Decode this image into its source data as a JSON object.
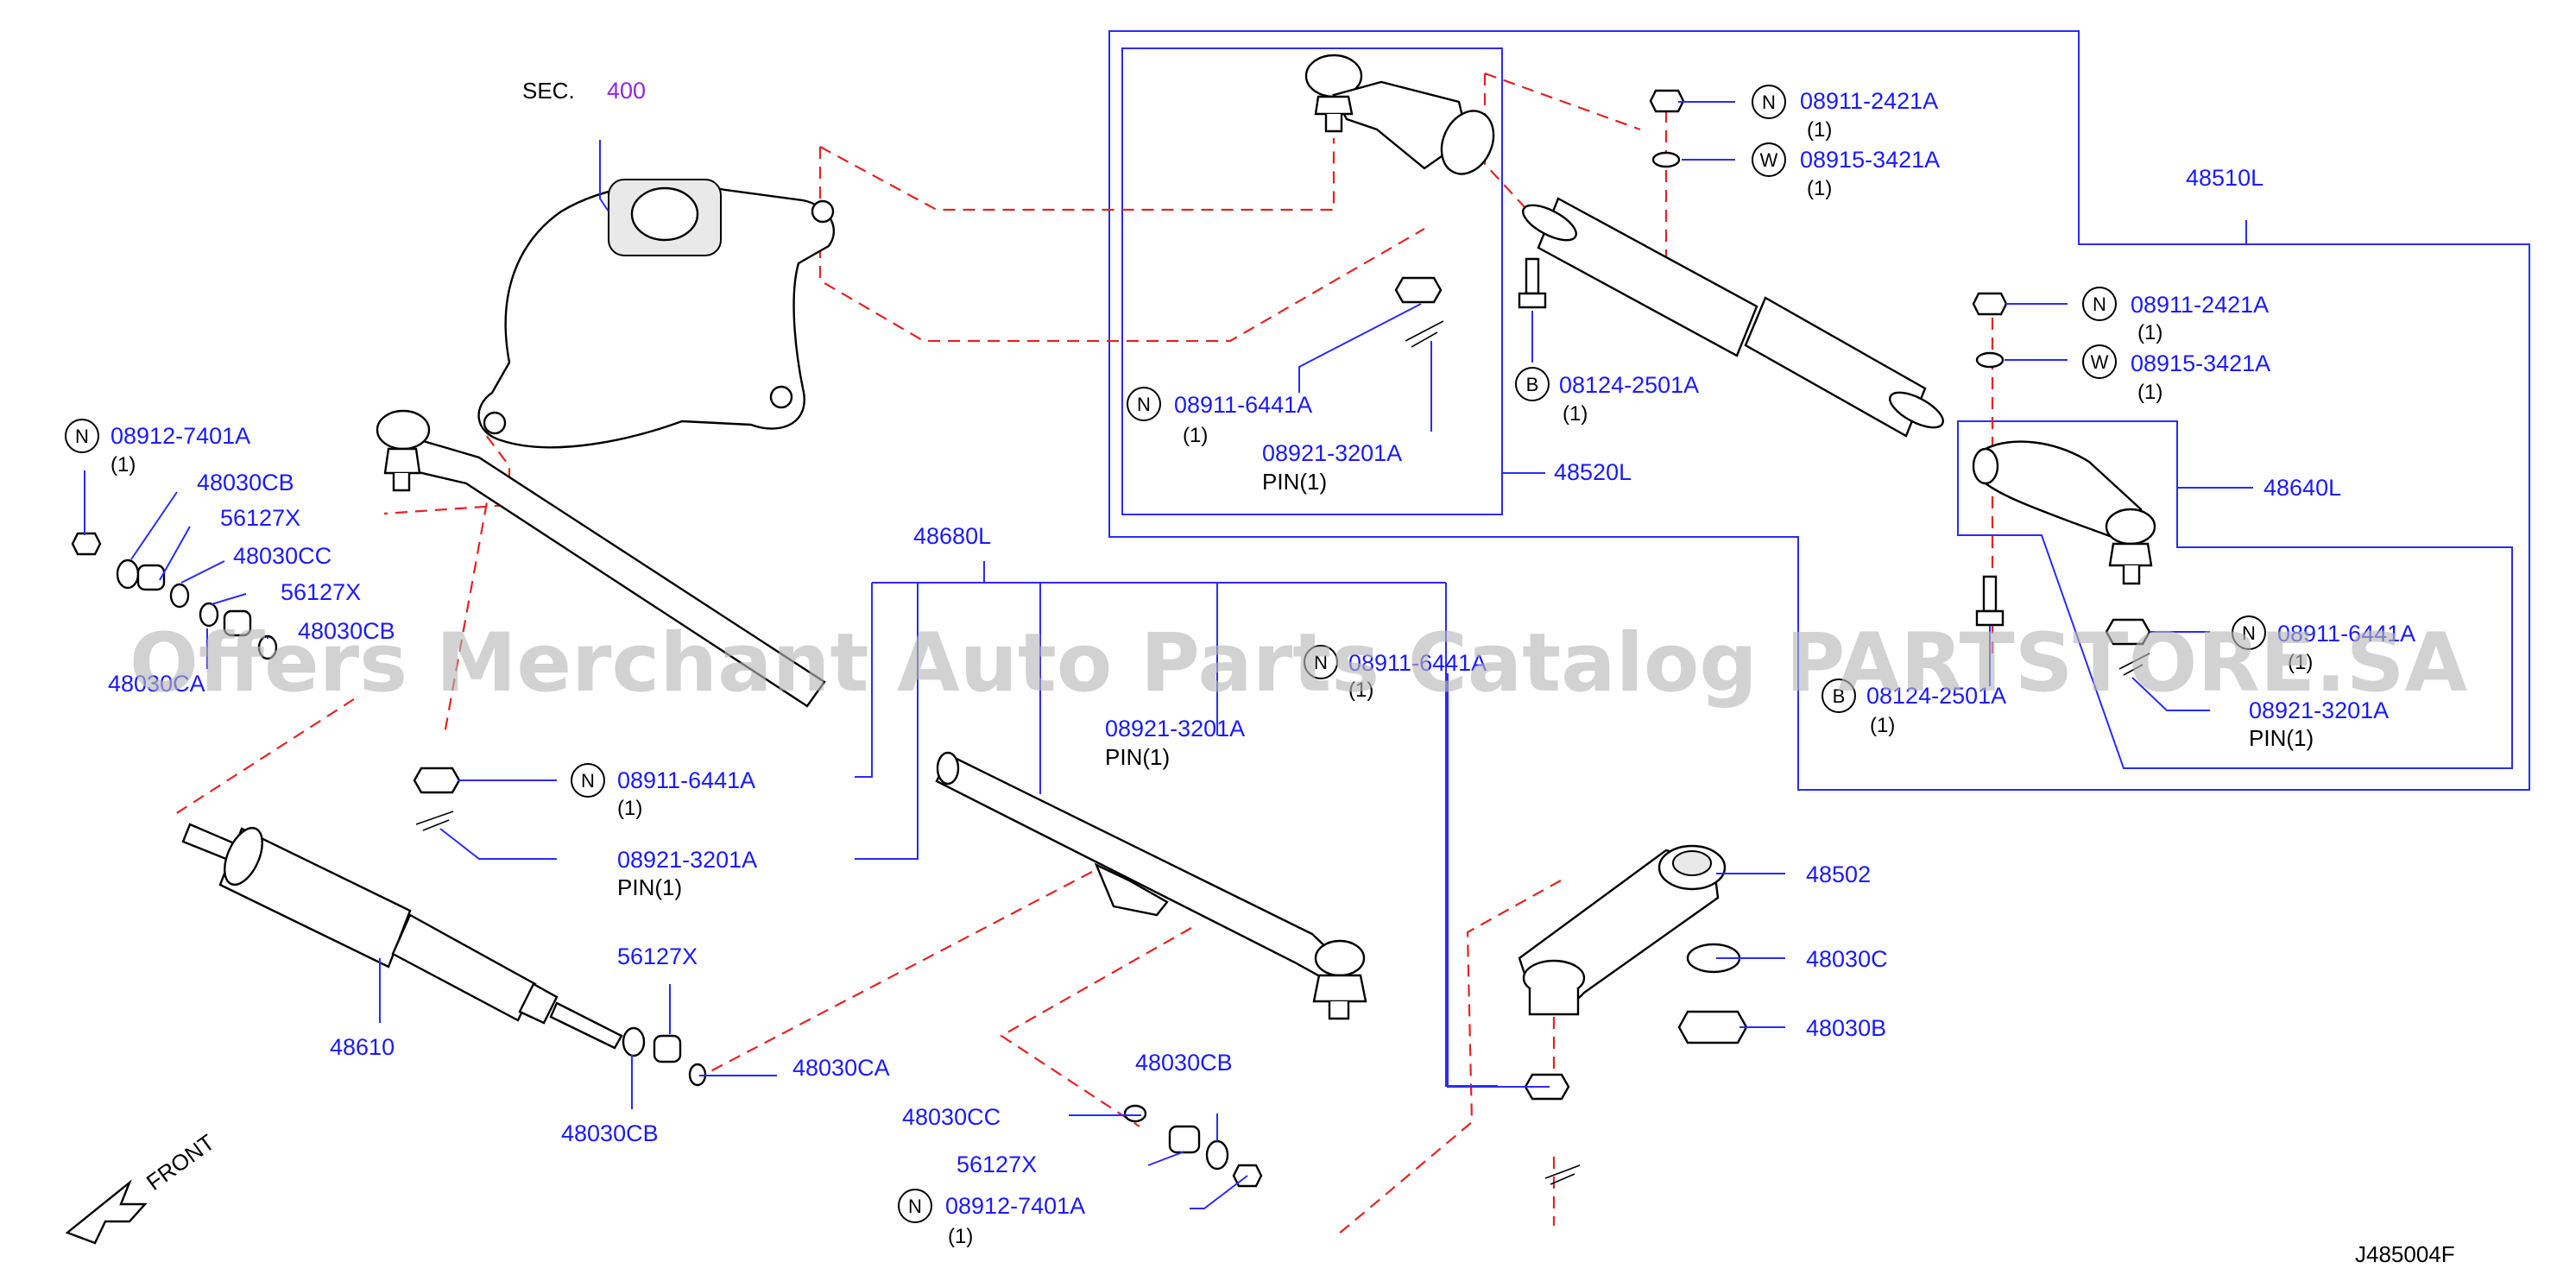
{
  "diagram": {
    "section_prefix": "SEC.",
    "section_number": "400",
    "watermark": "Offers Merchant Auto Parts Catalog PARTSTORE.SA",
    "front_label": "FRONT",
    "figure_code": "J485004F",
    "pin_label": "PIN(1)",
    "qty": "(1)",
    "callout_letters": {
      "n": "N",
      "w": "W",
      "b": "B"
    },
    "parts": {
      "nut_8911_2421": "08911-2421A",
      "washer_8915_3421": "08915-3421A",
      "bolt_8124_2501": "08124-2501A",
      "nut_8911_6441": "08911-6441A",
      "pin_8921_3201": "08921-3201A",
      "nut_8912_7401": "08912-7401A",
      "p48510L": "48510L",
      "p48520L": "48520L",
      "p48640L": "48640L",
      "p48680L": "48680L",
      "p48610": "48610",
      "p48502": "48502",
      "p48030C": "48030C",
      "p48030B": "48030B",
      "p48030CB": "48030CB",
      "p48030CC": "48030CC",
      "p48030CA": "48030CA",
      "p56127X": "56127X"
    }
  }
}
